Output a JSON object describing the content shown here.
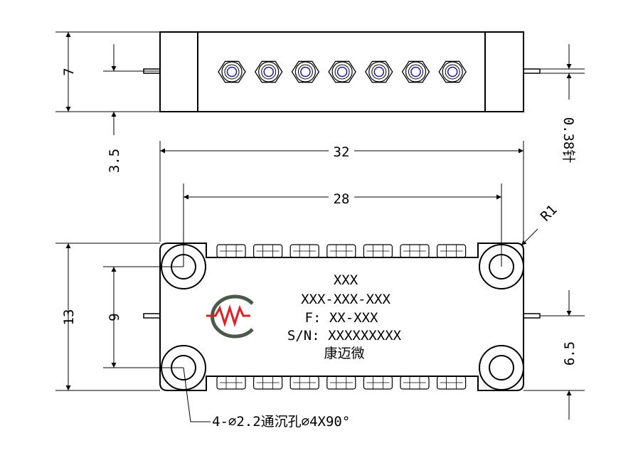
{
  "dimensions": {
    "side_height": "7",
    "side_half": "3.5",
    "pin_dia": "0.38针",
    "length_total": "32",
    "hole_spacing": "28",
    "radius": "R1",
    "body_height": "13",
    "hole_vertical": "9",
    "pin_offset": "6.5"
  },
  "callout": "4-∅2.2通沉孔∅4X90°",
  "label": {
    "line1": "XXX",
    "line2": "XXX-XXX-XXX",
    "line3": "F: XX-XXX",
    "line4": "S/N: XXXXXXXXX",
    "line5": "康迈微"
  },
  "colors": {
    "line": "#000000",
    "connector_ring": "#1a1aa8",
    "logo_gray": "#4a5a4a",
    "logo_red": "#e02020"
  },
  "counts": {
    "connectors": 7,
    "mount_holes": 4
  }
}
